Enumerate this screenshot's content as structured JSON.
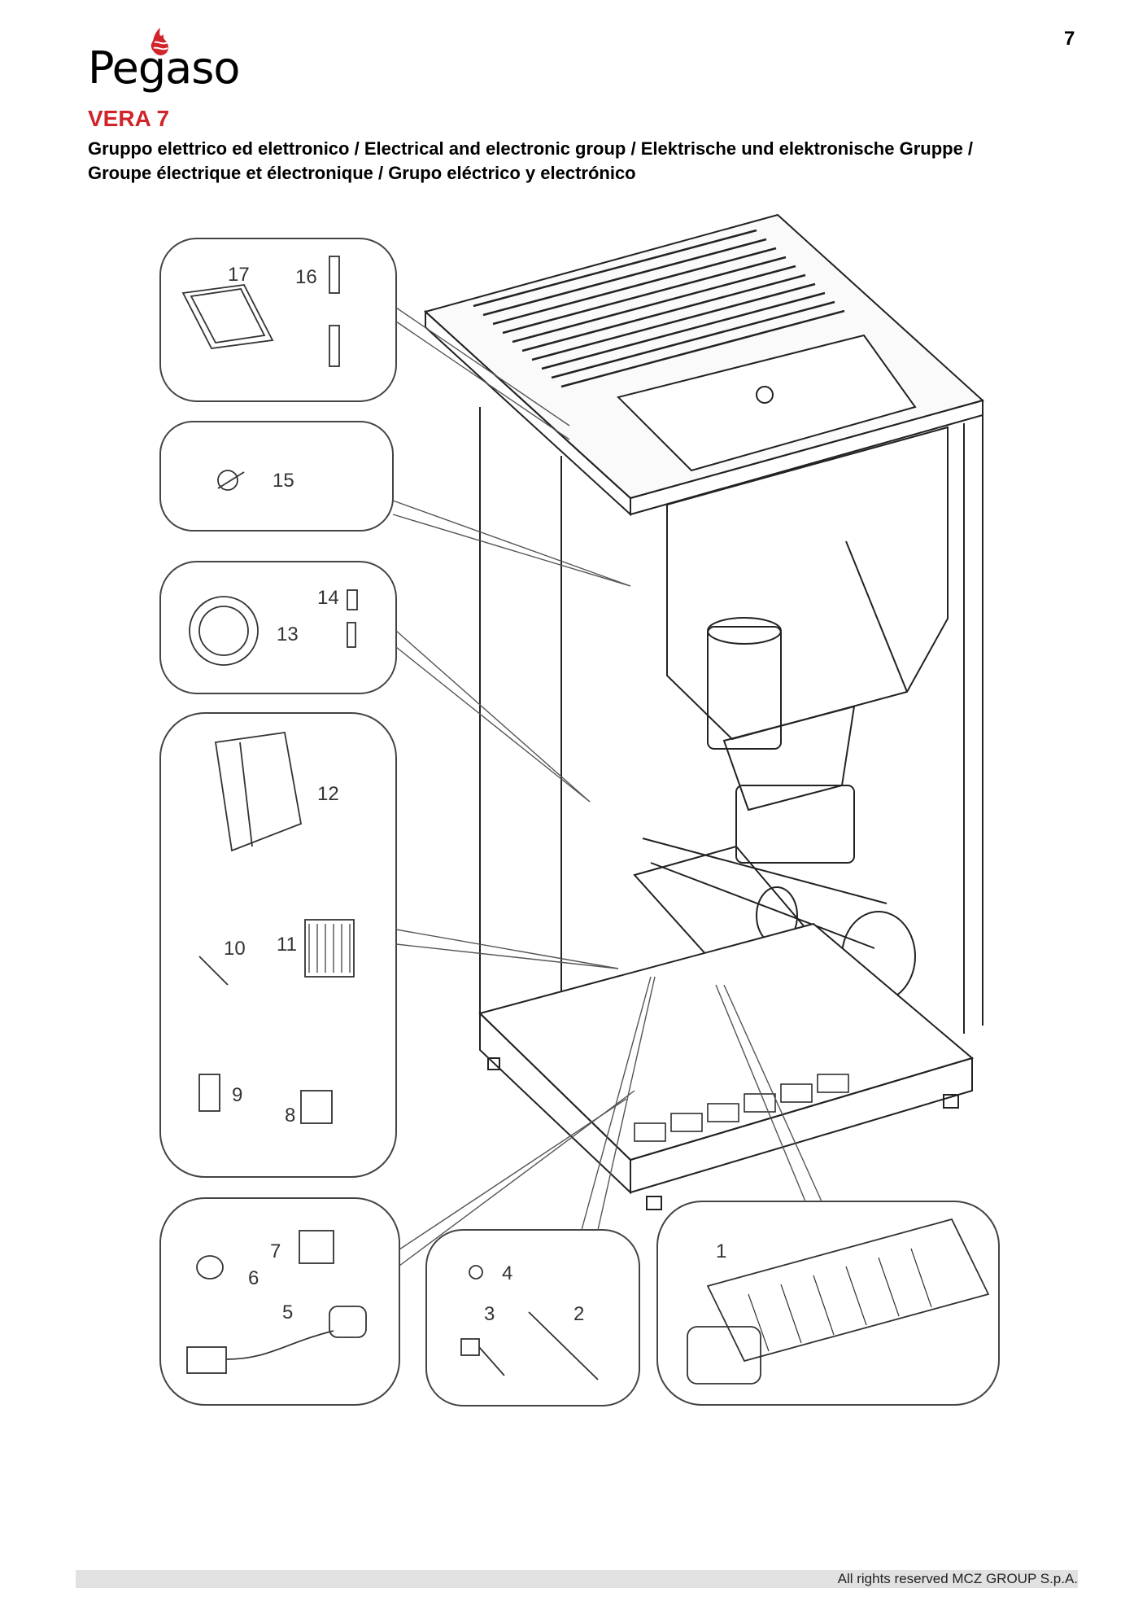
{
  "page": {
    "number": "7"
  },
  "brand": {
    "name": "Pegaso",
    "accent": "#d1232a"
  },
  "header": {
    "model": "VERA 7",
    "subtitle_line1": "Gruppo elettrico ed elettronico / Electrical and electronic group / Elektrische und elektronische Gruppe /",
    "subtitle_line2": "Groupe électrique et électronique / Grupo eléctrico y electrónico"
  },
  "callouts": {
    "p1": "1",
    "p2": "2",
    "p3": "3",
    "p4": "4",
    "p5": "5",
    "p6": "6",
    "p7": "7",
    "p8": "8",
    "p9": "9",
    "p10": "10",
    "p11": "11",
    "p12": "12",
    "p13": "13",
    "p14": "14",
    "p15": "15",
    "p16": "16",
    "p17": "17"
  },
  "footer": {
    "copyright": "All rights reserved MCZ GROUP S.p.A."
  }
}
